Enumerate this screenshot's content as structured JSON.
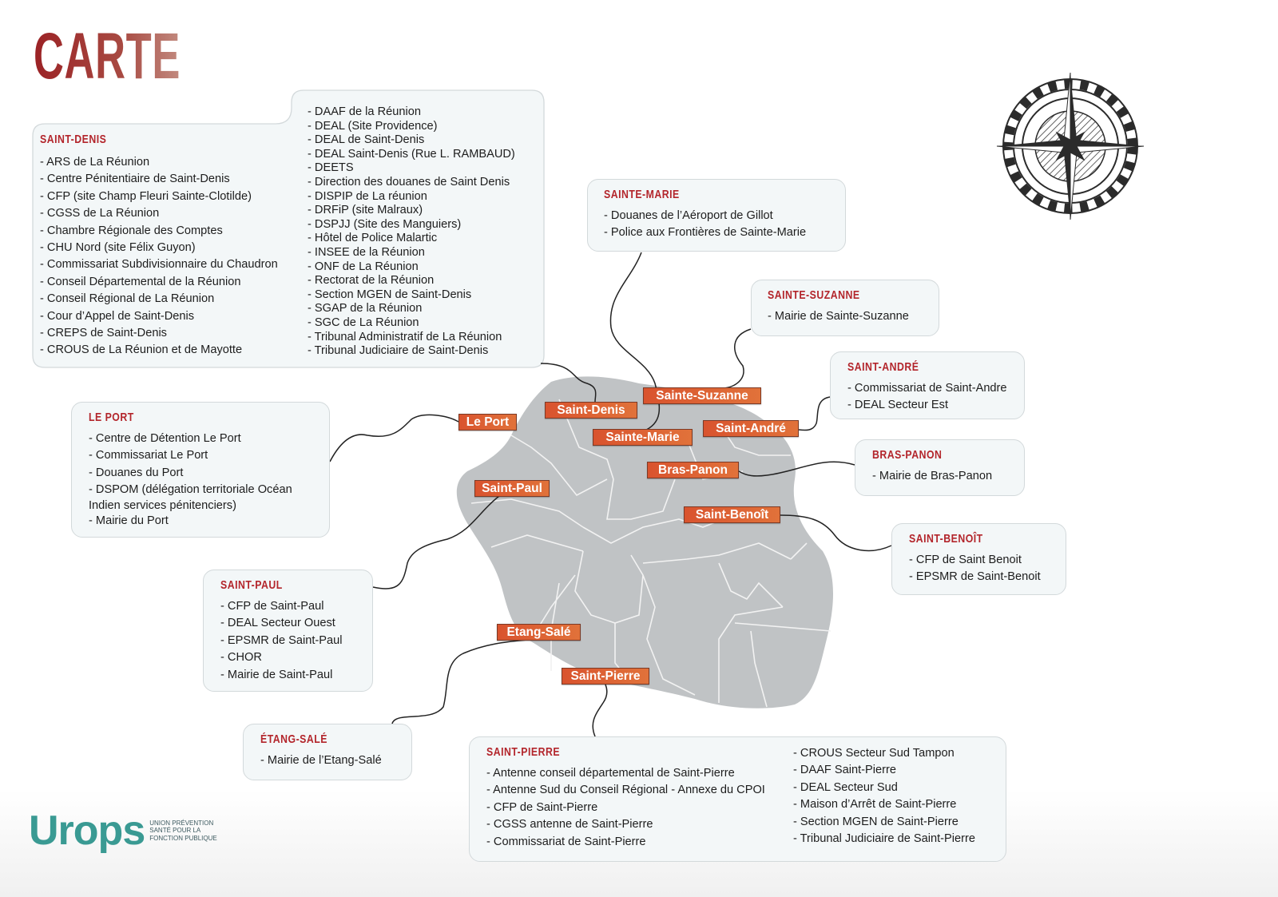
{
  "title": "CARTE",
  "colors": {
    "accent": "#b3252b",
    "tag": "#d9532e",
    "map": "#c0c3c5",
    "logo": "#3a9a93"
  },
  "map_labels": {
    "le_port": "Le Port",
    "saint_denis": "Saint-Denis",
    "sainte_suzanne": "Sainte-Suzanne",
    "sainte_marie": "Sainte-Marie",
    "saint_andre": "Saint-André",
    "bras_panon": "Bras-Panon",
    "saint_paul": "Saint-Paul",
    "saint_benoit": "Saint-Benoît",
    "etang_sale": "Etang-Salé",
    "saint_pierre": "Saint-Pierre"
  },
  "boxes": {
    "saint_denis": {
      "heading": "SAINT-DENIS",
      "left": [
        "ARS de La Réunion",
        "Centre Pénitentiaire de Saint-Denis",
        "CFP (site Champ Fleuri Sainte-Clotilde)",
        "CGSS de La Réunion",
        "Chambre Régionale des Comptes",
        "CHU Nord (site Félix Guyon)",
        "Commissariat Subdivisionnaire du Chaudron",
        "Conseil Départemental de la Réunion",
        "Conseil Régional de La Réunion",
        "Cour d’Appel de Saint-Denis",
        "CREPS de Saint-Denis",
        "CROUS de La Réunion et de Mayotte"
      ],
      "right": [
        "DAAF de la Réunion",
        "DEAL (Site Providence)",
        "DEAL de Saint-Denis",
        "DEAL Saint-Denis (Rue L. RAMBAUD)",
        "DEETS",
        "Direction des douanes de Saint Denis",
        "DISPIP de La réunion",
        "DRFiP (site Malraux)",
        "DSPJJ (Site des Manguiers)",
        "Hôtel de Police Malartic",
        "INSEE de la Réunion",
        "ONF de La Réunion",
        "Rectorat de la Réunion",
        "Section MGEN de Saint-Denis",
        "SGAP de la Réunion",
        "SGC de La Réunion",
        "Tribunal Administratif de La Réunion",
        "Tribunal Judiciaire de Saint-Denis"
      ]
    },
    "sainte_marie": {
      "heading": "SAINTE-MARIE",
      "items": [
        "Douanes de l’Aéroport de Gillot",
        "Police aux Frontières de Sainte-Marie"
      ]
    },
    "sainte_suzanne": {
      "heading": "SAINTE-SUZANNE",
      "items": [
        "Mairie de Sainte-Suzanne"
      ]
    },
    "saint_andre": {
      "heading": "SAINT-ANDRÉ",
      "items": [
        "Commissariat de Saint-Andre",
        "DEAL Secteur Est"
      ]
    },
    "bras_panon": {
      "heading": "BRAS-PANON",
      "items": [
        "Mairie de Bras-Panon"
      ]
    },
    "saint_benoit": {
      "heading": "SAINT-BENOÎT",
      "items": [
        "CFP de Saint Benoit",
        "EPSMR de Saint-Benoit"
      ]
    },
    "le_port": {
      "heading": "LE PORT",
      "items": [
        "Centre de Détention Le Port",
        "Commissariat Le Port",
        "Douanes du Port",
        "DSPOM (délégation territoriale Océan",
        "Mairie du Port"
      ],
      "continuation": "Indien services pénitenciers)"
    },
    "saint_paul": {
      "heading": "SAINT-PAUL",
      "items": [
        "CFP de Saint-Paul",
        "DEAL Secteur Ouest",
        "EPSMR de Saint-Paul",
        "CHOR",
        "Mairie de Saint-Paul"
      ]
    },
    "etang_sale": {
      "heading": "ÉTANG-SALÉ",
      "items": [
        "Mairie de l’Etang-Salé"
      ]
    },
    "saint_pierre": {
      "heading": "SAINT-PIERRE",
      "left": [
        "Antenne conseil départemental de Saint-Pierre",
        "Antenne Sud du Conseil Régional - Annexe du CPOI",
        "CFP de Saint-Pierre",
        "CGSS antenne de Saint-Pierre",
        "Commissariat de Saint-Pierre"
      ],
      "right": [
        "CROUS Secteur Sud Tampon",
        "DAAF Saint-Pierre",
        "DEAL Secteur Sud",
        "Maison d’Arrêt de Saint-Pierre",
        "Section MGEN de Saint-Pierre",
        "Tribunal Judiciaire de Saint-Pierre"
      ]
    }
  },
  "logo": {
    "name": "Urops",
    "tagline": [
      "UNION PRÉVENTION",
      "SANTÉ POUR LA",
      "FONCTION PUBLIQUE"
    ]
  }
}
